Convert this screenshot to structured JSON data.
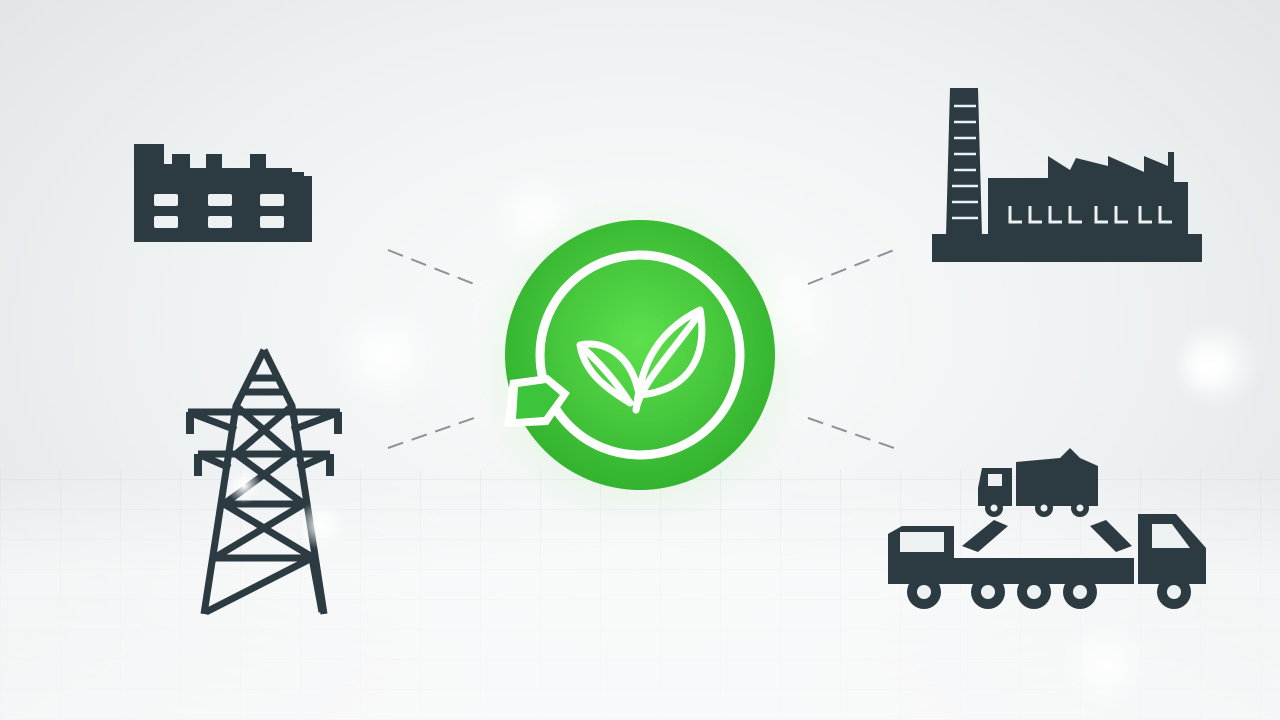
{
  "colors": {
    "icon_fill": "#2c3a42",
    "hub_green": "#3cc43a",
    "hub_green_dark": "#2aa32a",
    "connector": "#8a9398",
    "background": "#eef1f2"
  },
  "hub": {
    "icon": "leaf-eco-icon"
  },
  "nodes": [
    {
      "icon": "factory-icon",
      "position": "top-left"
    },
    {
      "icon": "power-plant-icon",
      "position": "top-right"
    },
    {
      "icon": "transmission-tower-icon",
      "position": "bottom-left"
    },
    {
      "icon": "trucks-icon",
      "position": "bottom-right"
    }
  ]
}
